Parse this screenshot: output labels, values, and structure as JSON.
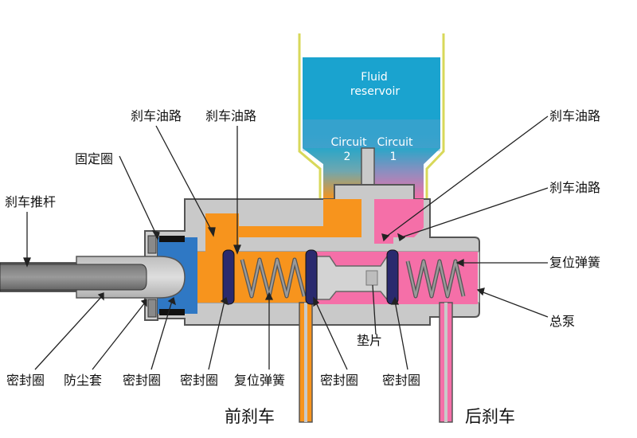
{
  "labels": {
    "fluid_reservoir_1": "Fluid",
    "fluid_reservoir_2": "reservoir",
    "circuit2_word": "Circuit",
    "circuit2_num": "2",
    "circuit1_word": "Circuit",
    "circuit1_num": "1",
    "brake_line_a": "刹车油路",
    "brake_line_b": "刹车油路",
    "brake_line_c": "刹车油路",
    "brake_line_d": "刹车油路",
    "retaining_ring": "固定圈",
    "push_rod": "刹车推杆",
    "return_spring_right": "复位弹簧",
    "master_cylinder": "总泵",
    "spacer": "垫片",
    "seal_1": "密封圈",
    "dust_boot": "防尘套",
    "seal_2": "密封圈",
    "seal_3": "密封圈",
    "return_spring_bottom": "复位弹簧",
    "seal_4": "密封圈",
    "seal_5": "密封圈",
    "front_brake": "前刹车",
    "rear_brake": "后刹车"
  },
  "colors": {
    "reservoir_top": "#1aa3cf",
    "circuit_orange": "#f7941d",
    "circuit_pink": "#f56fa8",
    "body_gray": "#c9c9c9",
    "outline": "#555555",
    "seal_navy": "#2a2a6e",
    "seal_blue": "#2f78c4",
    "rim_yellow": "#e8e85a"
  }
}
